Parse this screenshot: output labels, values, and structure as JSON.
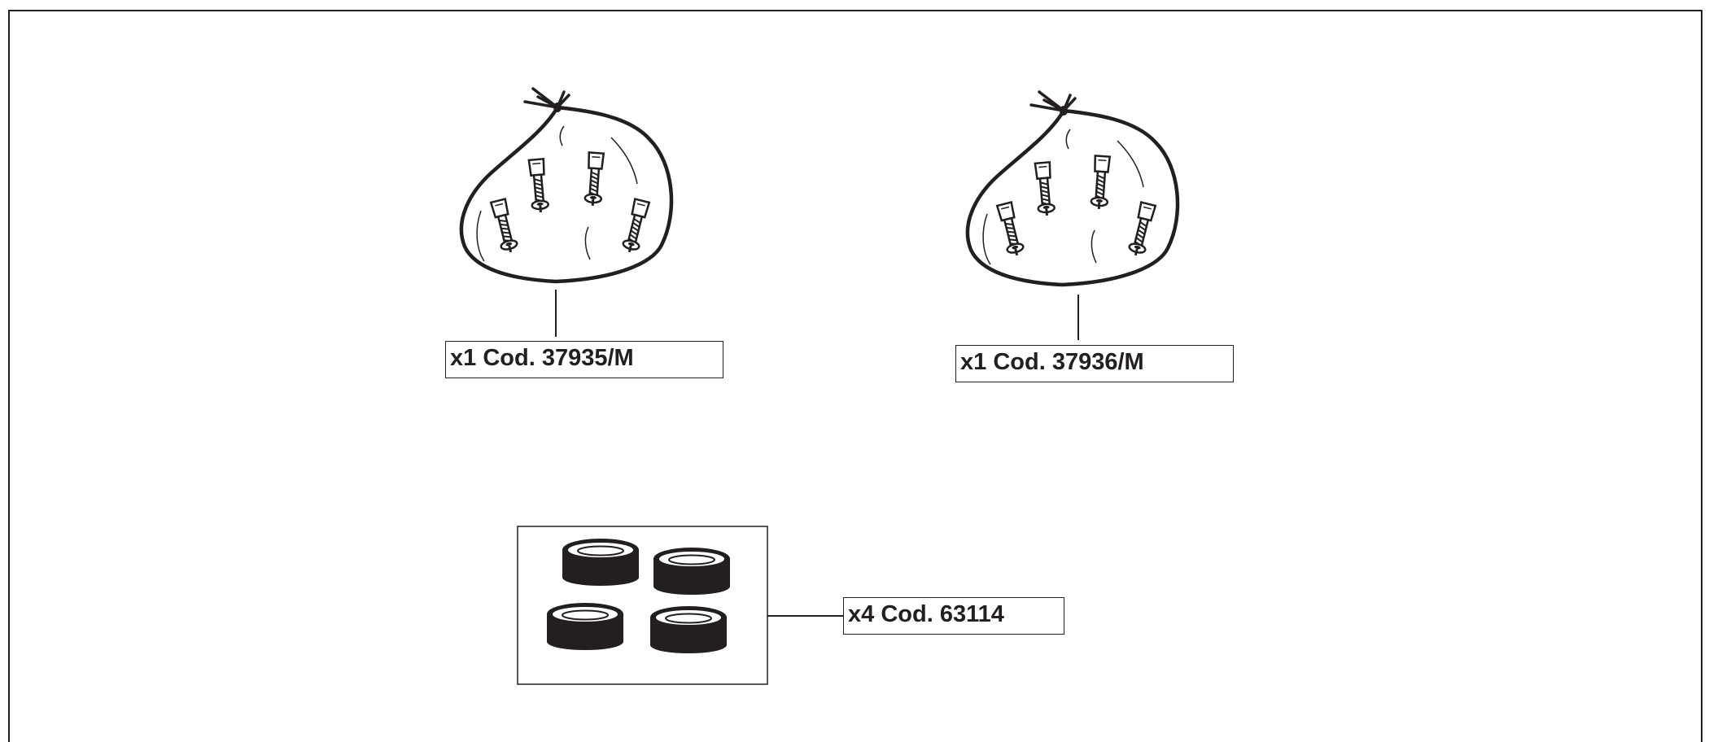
{
  "parts": [
    {
      "quantity": "x1",
      "code": "Cod. 37935/M",
      "item": "screw-bag"
    },
    {
      "quantity": "x1",
      "code": "Cod. 37936/M",
      "item": "screw-bag"
    },
    {
      "quantity": "x4",
      "code": "Cod. 63114",
      "item": "rubber-ring"
    }
  ],
  "colors": {
    "ink": "#231f20",
    "background": "#ffffff"
  }
}
